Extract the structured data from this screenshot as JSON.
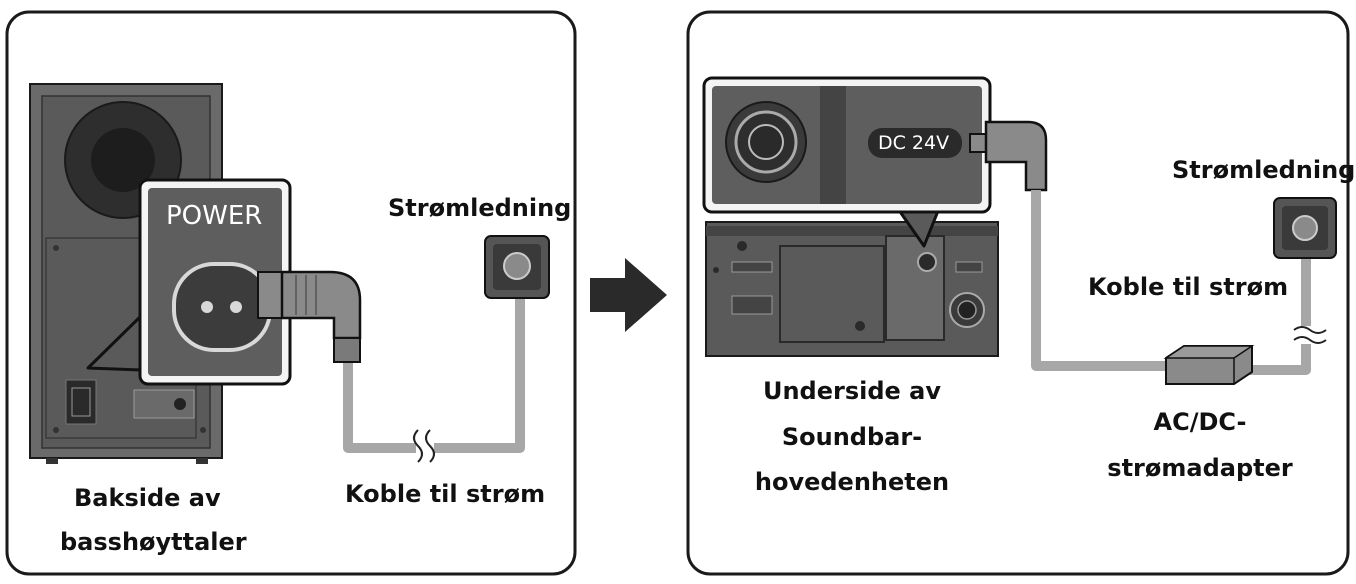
{
  "left_panel": {
    "port_label": "POWER",
    "outlet_label": "Strømledning",
    "connect_label": "Koble til strøm",
    "caption_line1": "Bakside av",
    "caption_line2": "basshøyttaler"
  },
  "right_panel": {
    "port_label": "DC 24V",
    "outlet_label": "Strømledning",
    "connect_label": "Koble til strøm",
    "caption_line1": "Underside av",
    "caption_line2": "Soundbar-",
    "caption_line3": "hovedenheten",
    "adapter_line1": "AC/DC-",
    "adapter_line2": "strømadapter"
  },
  "colors": {
    "device": "#5f5f5f",
    "device_dark": "#3d3d3d",
    "cable": "#a7a7a7",
    "outline": "#1a1a1a",
    "arrow": "#2a2a2a"
  }
}
